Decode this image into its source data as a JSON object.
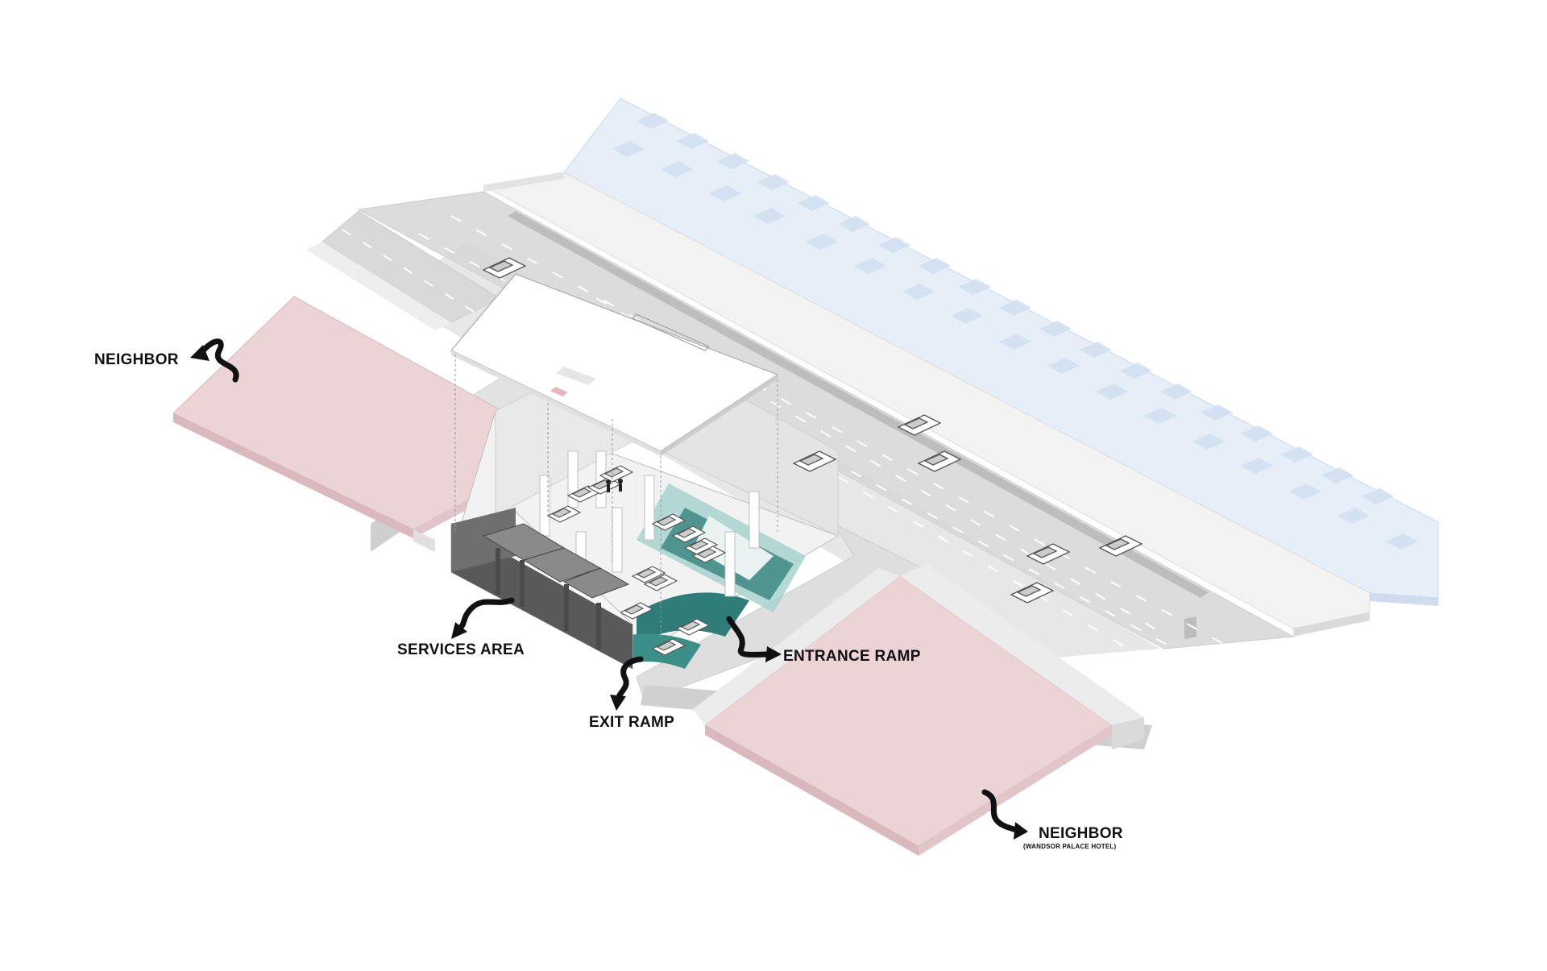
{
  "labels": {
    "neighbor_left": "NEIGHBOR",
    "services_area": "SERVICES AREA",
    "entrance_ramp": "ENTRANCE RAMP",
    "exit_ramp": "EXIT RAMP",
    "neighbor_right": "NEIGHBOR",
    "neighbor_right_sub": "(WANDSOR PALACE HOTEL)"
  },
  "colors": {
    "neighbor_plot": "#ebd3d6",
    "neighbor_plot_side": "#d9b9bd",
    "road": "#d9d9d9",
    "road_dark": "#c9c9c9",
    "sidewalk": "#eeeeee",
    "water": "#e6eef8",
    "water_tile": "#d5e2f2",
    "ramp_teal": "#2e7d78",
    "ramp_light": "#a8d4cf",
    "services_dark": "#555555",
    "slab": "#ffffff",
    "label": "#111111"
  },
  "icons": {
    "car": "car-icon",
    "arrow": "curved-arrow-icon"
  }
}
